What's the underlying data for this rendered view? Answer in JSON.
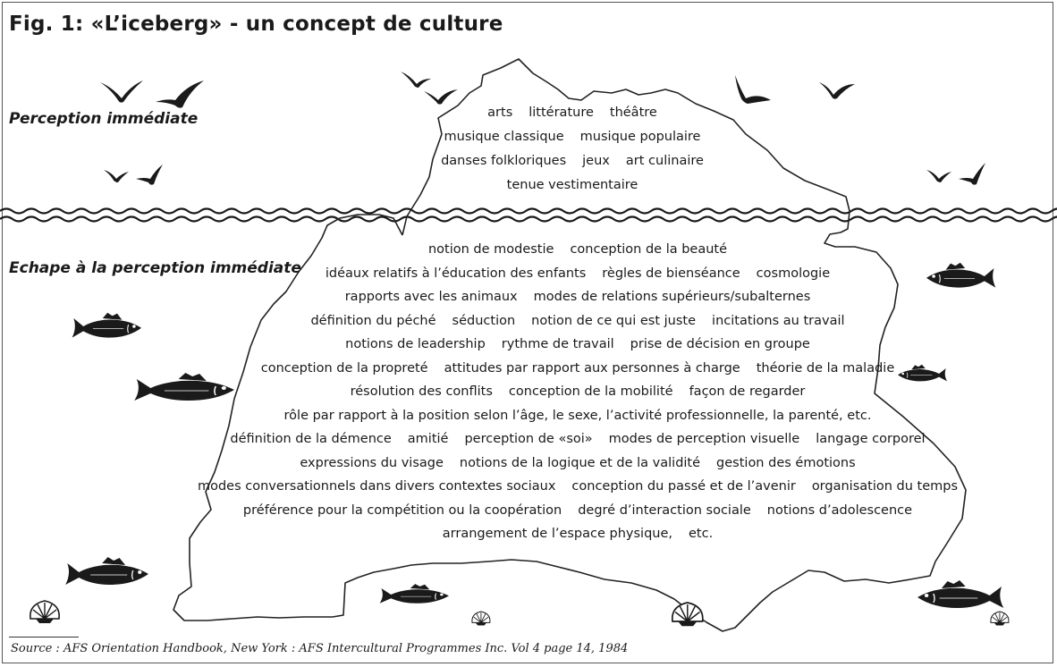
{
  "figure": {
    "title": "Fig. 1: «L’iceberg» - un concept de culture",
    "above_label": "Perception immédiate",
    "below_label": "Echape à la perception immédiate",
    "source": "Source : AFS Orientation Handbook, New York : AFS Intercultural Programmes Inc. Vol 4 page 14, 1984"
  },
  "above_water_lines": [
    [
      "arts",
      "littérature",
      "théâtre"
    ],
    [
      "musique classique",
      "musique populaire"
    ],
    [
      "danses folkloriques",
      "jeux",
      "art culinaire"
    ],
    [
      "tenue vestimentaire"
    ]
  ],
  "below_water_lines": [
    [
      "notion de modestie",
      "conception de la beauté"
    ],
    [
      "idéaux relatifs à l’éducation des enfants",
      "règles de bienséance",
      "cosmologie"
    ],
    [
      "rapports avec les animaux",
      "modes de relations supérieurs/subalternes"
    ],
    [
      "définition du péché",
      "séduction",
      "notion de ce qui est juste",
      "incitations au travail"
    ],
    [
      "notions de leadership",
      "rythme de travail",
      "prise de décision en groupe"
    ],
    [
      "conception de la propreté",
      "attitudes par rapport aux personnes à charge",
      "théorie de la maladie"
    ],
    [
      "résolution des conflits",
      "conception de la mobilité",
      "façon de regarder"
    ],
    [
      "rôle par rapport à la position selon l’âge, le sexe, l’activité professionnelle, la parenté, etc."
    ],
    [
      "définition de la démence",
      "amitié",
      "perception de «soi»",
      "modes de perception visuelle",
      "langage corporel"
    ],
    [
      "expressions du visage",
      "notions de la logique et de la validité",
      "gestion des émotions"
    ],
    [
      "modes conversationnels dans divers contextes sociaux",
      "conception du passé et de l’avenir",
      "organisation du temps"
    ],
    [
      "préférence pour la compétition ou la coopération",
      "degré d’interaction sociale",
      "notions d’adolescence"
    ],
    [
      "arrangement de l’espace physique,",
      "etc."
    ]
  ],
  "colors": {
    "ink": "#1a1a1a",
    "outline": "#222222",
    "background": "#ffffff"
  },
  "icons": [
    "bird-icon",
    "fish-icon",
    "shell-icon"
  ]
}
